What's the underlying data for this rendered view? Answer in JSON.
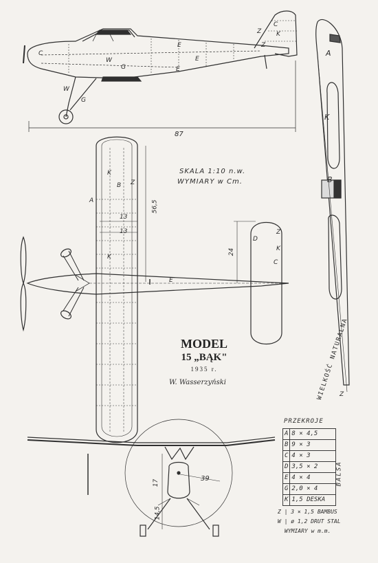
{
  "drawing": {
    "dim_length": "87",
    "dim_span": "56,5",
    "dim_chord_a": "13",
    "dim_chord_b": "13",
    "dim_tail": "24",
    "dim_front_a": "39",
    "dim_front_b": "17",
    "dim_front_c": "14,5",
    "scale_line1": "SKALA  1:10 n.w.",
    "scale_line2": "WYMIARY w Cm.",
    "model_line1": "MODEL",
    "model_line2": "15 „BĄK\"",
    "model_year": "1935 r.",
    "signature": "W. Wasserzyński",
    "full_size_label": "WIELKOŚĆ NATURALNA"
  },
  "part_letters": {
    "A": "A",
    "B": "B",
    "C": "C",
    "D": "D",
    "E": "E",
    "G": "G",
    "K": "K",
    "W": "W",
    "Z": "Z"
  },
  "sections": {
    "title": "PRZEKROJE",
    "rows": [
      {
        "key": "A",
        "value": "8 × 4,5"
      },
      {
        "key": "B",
        "value": "9 × 3"
      },
      {
        "key": "C",
        "value": "4 × 3"
      },
      {
        "key": "D",
        "value": "3,5 × 2"
      },
      {
        "key": "E",
        "value": "4 × 4"
      },
      {
        "key": "G",
        "value": "2,0 × 4"
      },
      {
        "key": "K",
        "value": "1,5 DESKA"
      }
    ],
    "material": "BALSA",
    "extra_rows": [
      {
        "key": "Z",
        "value": "3 × 1,5 BAMBUS"
      },
      {
        "key": "W",
        "value": "ø 1,2 DRUT STAL"
      }
    ],
    "units_note": "WYMIARY w m.m."
  }
}
